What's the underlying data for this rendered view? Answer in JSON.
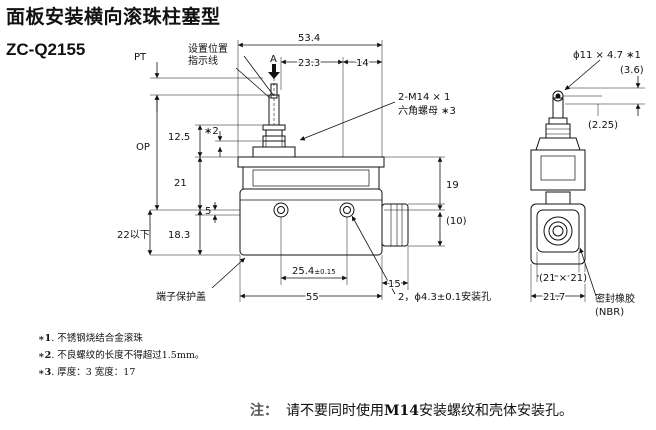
{
  "title": "面板安装横向滚珠柱塞型",
  "model": "ZC-Q2155",
  "front": {
    "pt": "PT",
    "setting_label_1": "设置位置",
    "setting_label_2": "指示线",
    "arrow_a": "A",
    "dim_53_4": "53.4",
    "dim_23_3": "23.3",
    "dim_14": "14",
    "nut_label_1": "2-M14 × 1",
    "nut_label_2": "六角螺母 ∗3",
    "dim_12_5": "12.5",
    "mark_2": "∗2",
    "op": "OP",
    "dim_21": "21",
    "dim_19": "19",
    "dim_5": "5",
    "dim_10": "(10)",
    "dim_22": "22以下",
    "dim_18_3": "18.3",
    "dim_25_4": "25.4",
    "tol_25_4": "±0.15",
    "dim_15": "15",
    "dim_55": "55",
    "terminal_cover": "端子保护盖",
    "mount_hole": "2，ϕ4.3±0.1安装孔"
  },
  "side": {
    "roller": "ϕ11 × 4.7 ∗1",
    "dim_3_6": "(3.6)",
    "dim_2_25": "(2.25)",
    "dim_21x21": "(21 × 21)",
    "dim_21_7": "21.7",
    "seal_1": "密封橡胶",
    "seal_2": "(NBR)"
  },
  "notes": [
    {
      "mark": "∗1",
      "text": ". 不锈钢烧结合金滚珠"
    },
    {
      "mark": "∗2",
      "text": ". 不良螺纹的长度不得超过1.5mm。"
    },
    {
      "mark": "∗3",
      "text": ". 厚度：3  宽度：17"
    }
  ],
  "caution": {
    "label": "注：",
    "t1": "请不要同时使用",
    "t2": "M14",
    "t3": "安装螺纹和壳体安装孔。"
  }
}
